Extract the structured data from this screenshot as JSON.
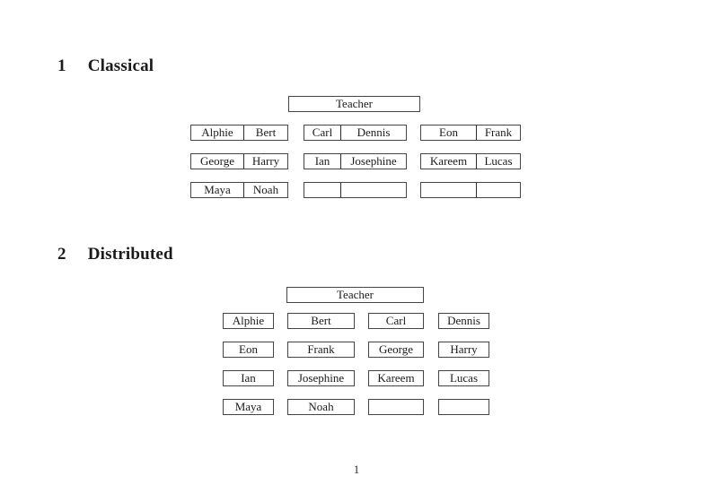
{
  "page_number": "1",
  "colors": {
    "background": "#ffffff",
    "border": "#454545",
    "text": "#1b1b1b"
  },
  "sections": [
    {
      "number": "1",
      "title": "Classical",
      "teacher_label": "Teacher",
      "desks": [
        [
          [
            "Alphie",
            "Bert"
          ],
          [
            "Carl",
            "Dennis"
          ],
          [
            "Eon",
            "Frank"
          ]
        ],
        [
          [
            "George",
            "Harry"
          ],
          [
            "Ian",
            "Josephine"
          ],
          [
            "Kareem",
            "Lucas"
          ]
        ],
        [
          [
            "Maya",
            "Noah"
          ],
          [
            "",
            ""
          ],
          [
            "",
            ""
          ]
        ]
      ]
    },
    {
      "number": "2",
      "title": "Distributed",
      "teacher_label": "Teacher",
      "seats": [
        [
          "Alphie",
          "Bert",
          "Carl",
          "Dennis"
        ],
        [
          "Eon",
          "Frank",
          "George",
          "Harry"
        ],
        [
          "Ian",
          "Josephine",
          "Kareem",
          "Lucas"
        ],
        [
          "Maya",
          "Noah",
          "",
          ""
        ]
      ]
    }
  ]
}
